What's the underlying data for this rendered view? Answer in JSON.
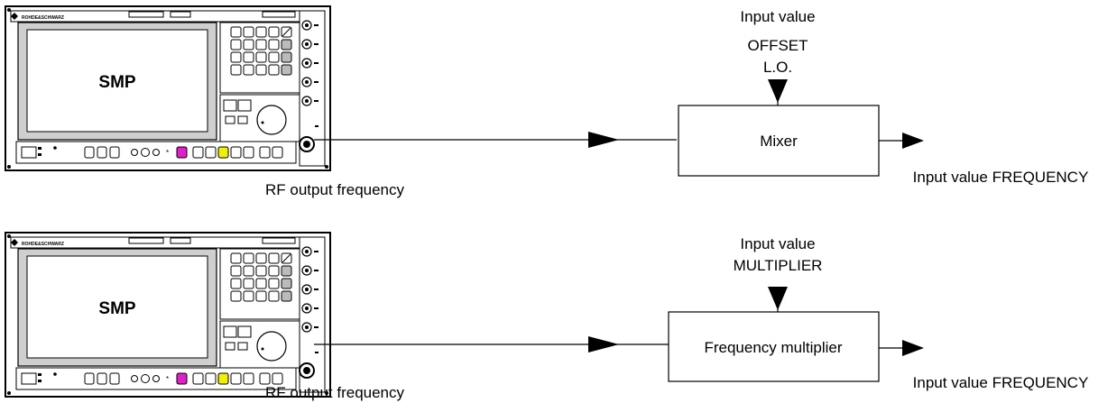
{
  "diagrams": [
    {
      "instrument": {
        "display_label": "SMP",
        "brand": "ROHDE&SCHWARZ"
      },
      "rf_output_label": "RF output frequency",
      "input_label_lines": [
        "Input value",
        "OFFSET",
        "L.O."
      ],
      "block_label": "Mixer",
      "output_label": "Input value FREQUENCY"
    },
    {
      "instrument": {
        "display_label": "SMP",
        "brand": "ROHDE&SCHWARZ"
      },
      "rf_output_label": "RF output frequency",
      "input_label_lines": [
        "Input value",
        "MULTIPLIER"
      ],
      "block_label": "Frequency multiplier",
      "output_label": "Input value FREQUENCY"
    }
  ],
  "colors": {
    "magenta_key": "#e020c8",
    "yellow_key": "#f0f000",
    "panel_gray": "#c8c8c8"
  }
}
